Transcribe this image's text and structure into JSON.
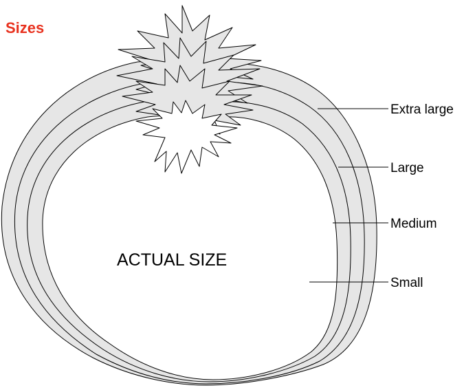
{
  "title": "Sizes",
  "center_label": "ACTUAL SIZE",
  "sizes": [
    {
      "label": "Extra large"
    },
    {
      "label": "Large"
    },
    {
      "label": "Medium"
    },
    {
      "label": "Small"
    }
  ],
  "colors": {
    "title": "#e8311e",
    "band_fill": "#e6e6e6",
    "outline": "#000000",
    "background": "#ffffff"
  }
}
